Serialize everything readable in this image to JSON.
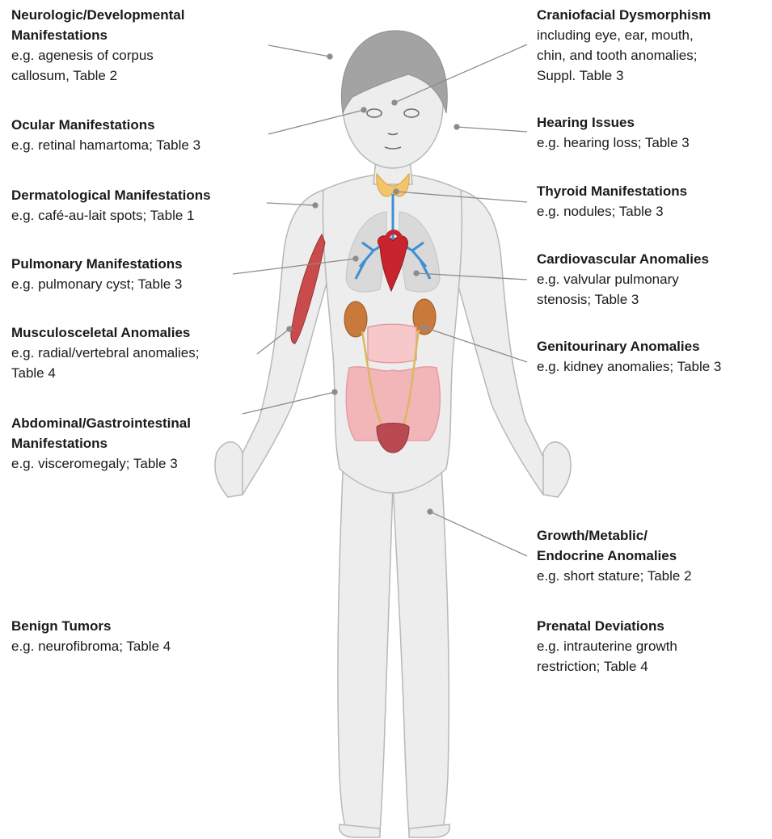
{
  "labels": {
    "neurologic": {
      "title": "Neurologic/Developmental\nManifestations",
      "desc": "e.g. agenesis of corpus\ncallosum, Table 2"
    },
    "ocular": {
      "title": "Ocular Manifestations",
      "desc": "e.g. retinal hamartoma; Table 3"
    },
    "dermatological": {
      "title": "Dermatological Manifestations",
      "desc": "e.g. café-au-lait spots; Table 1"
    },
    "pulmonary": {
      "title": "Pulmonary Manifestations",
      "desc": "e.g. pulmonary cyst; Table 3"
    },
    "musculoskeletal": {
      "title": "Musculosceletal Anomalies",
      "desc": "e.g. radial/vertebral anomalies;\nTable 4"
    },
    "abdominal": {
      "title": "Abdominal/Gastrointestinal\nManifestations",
      "desc": "e.g. visceromegaly; Table 3"
    },
    "benign_tumors": {
      "title": "Benign Tumors",
      "desc": "e.g. neurofibroma; Table 4"
    },
    "craniofacial": {
      "title": "Craniofacial Dysmorphism",
      "desc": "including eye, ear, mouth,\nchin, and tooth anomalies;\nSuppl. Table 3"
    },
    "hearing": {
      "title": "Hearing Issues",
      "desc": "e.g. hearing loss; Table 3"
    },
    "thyroid": {
      "title": "Thyroid Manifestations",
      "desc": "e.g. nodules; Table 3"
    },
    "cardiovascular": {
      "title": "Cardiovascular Anomalies",
      "desc": "e.g. valvular pulmonary\nstenosis; Table 3"
    },
    "genitourinary": {
      "title": "Genitourinary Anomalies",
      "desc": "e.g. kidney anomalies; Table 3"
    },
    "growth": {
      "title": "Growth/Metablic/\nEndocrine Anomalies",
      "desc": "e.g. short stature; Table 2"
    },
    "prenatal": {
      "title": "Prenatal Deviations",
      "desc": "e.g. intrauterine growth\nrestriction; Table 4"
    }
  },
  "colors": {
    "skin": "#ededed",
    "outline": "#b8b8b8",
    "hair": "#a3a3a3",
    "thyroid": "#f2c46b",
    "lungs": "#d9d9d9",
    "airways": "#3f8fd1",
    "heart": "#c8242e",
    "kidney": "#c97a3a",
    "intestine": "#f3b6b8",
    "bladder": "#b94a52",
    "muscle": "#c94b4b",
    "leader": "#8c8c8c"
  }
}
